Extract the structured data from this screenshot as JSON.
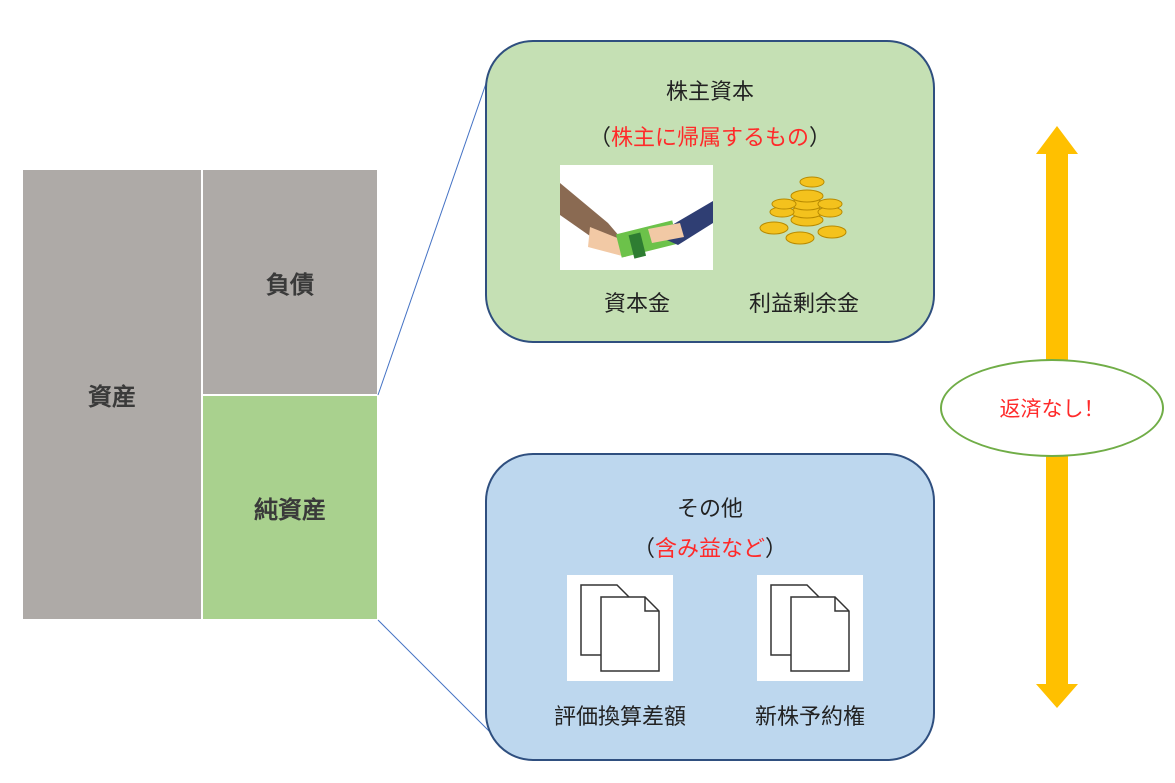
{
  "balance_sheet": {
    "assets_label": "資産",
    "liabilities_label": "負債",
    "net_assets_label": "純資産"
  },
  "equity_box": {
    "title": "株主資本",
    "paren_open": "（",
    "subtitle": "株主に帰属するもの",
    "paren_close": "）",
    "items": [
      {
        "label": "資本金",
        "icon": "handshake-money-icon"
      },
      {
        "label": "利益剰余金",
        "icon": "gold-coins-icon"
      }
    ]
  },
  "other_box": {
    "title": "その他",
    "paren_open": "（",
    "subtitle": "含み益など",
    "paren_close": "）",
    "items": [
      {
        "label": "評価換算差額",
        "icon": "document-icon"
      },
      {
        "label": "新株予約権",
        "icon": "document-icon"
      }
    ]
  },
  "callout": {
    "label": "返済なし！"
  },
  "colors": {
    "gray_block": "#aeaaa7",
    "green_block": "#a9d18e",
    "equity_panel": "#c5e0b4",
    "other_panel": "#bdd7ee",
    "arrow": "#ffc000",
    "accent_red": "#ff2a2a",
    "ellipse_border": "#70ad47"
  }
}
